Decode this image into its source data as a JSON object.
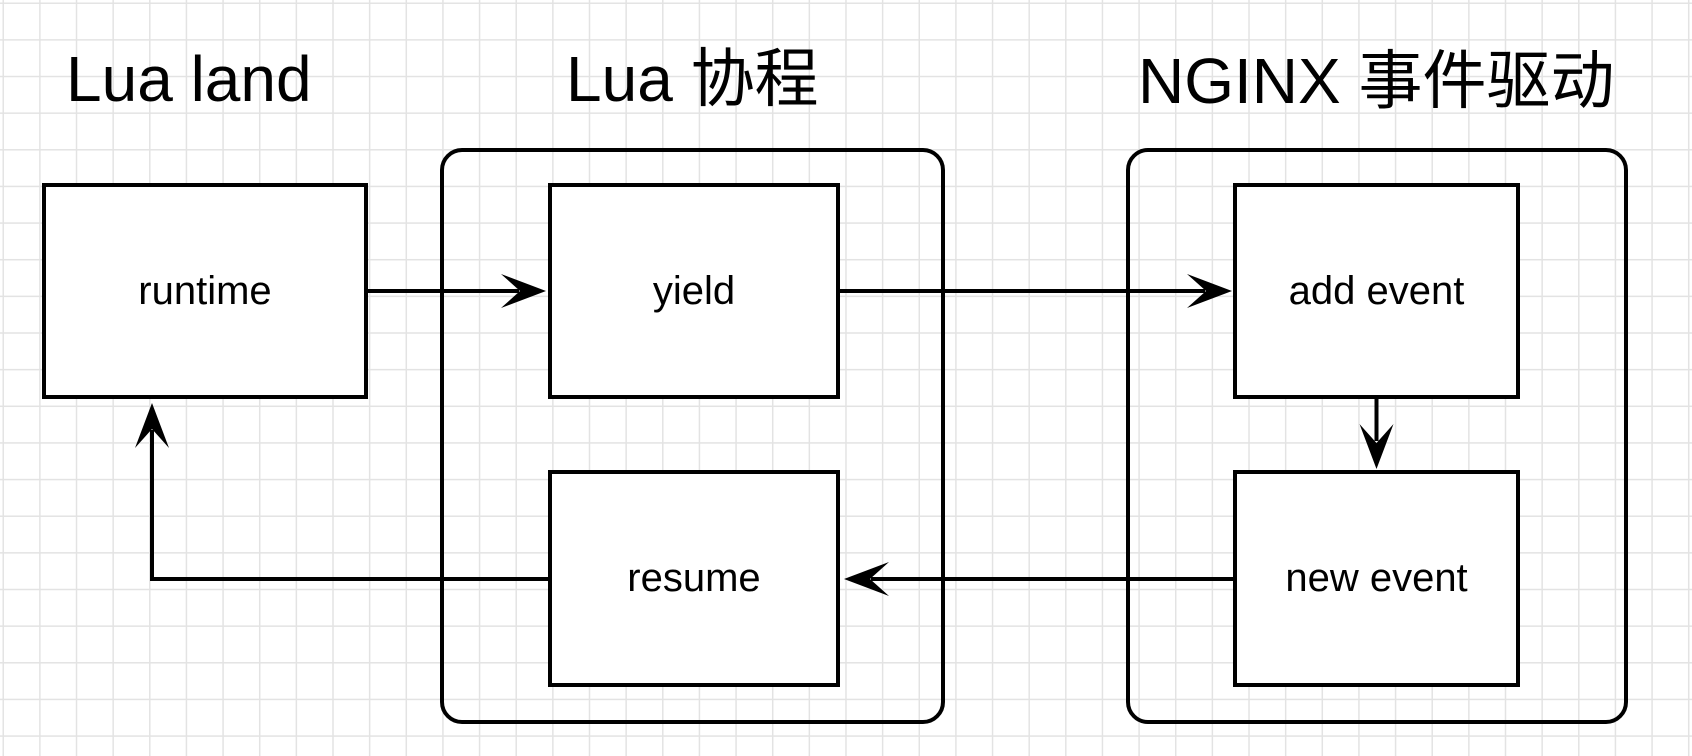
{
  "titles": {
    "lua_land": "Lua land",
    "lua_coroutine": "Lua 协程",
    "nginx_event": "NGINX 事件驱动"
  },
  "nodes": {
    "runtime": {
      "label": "runtime",
      "group": null
    },
    "yield": {
      "label": "yield",
      "group": "lua_coroutine"
    },
    "resume": {
      "label": "resume",
      "group": "lua_coroutine"
    },
    "add_event": {
      "label": "add event",
      "group": "nginx_event"
    },
    "new_event": {
      "label": "new event",
      "group": "nginx_event"
    }
  },
  "edges": [
    {
      "from": "runtime",
      "to": "yield"
    },
    {
      "from": "yield",
      "to": "add_event"
    },
    {
      "from": "add_event",
      "to": "new_event"
    },
    {
      "from": "new_event",
      "to": "resume"
    },
    {
      "from": "resume",
      "to": "runtime"
    }
  ],
  "colors": {
    "stroke": "#000000",
    "node_fill": "#ffffff",
    "background": "#ffffff",
    "grid": "#e3e3e3"
  }
}
